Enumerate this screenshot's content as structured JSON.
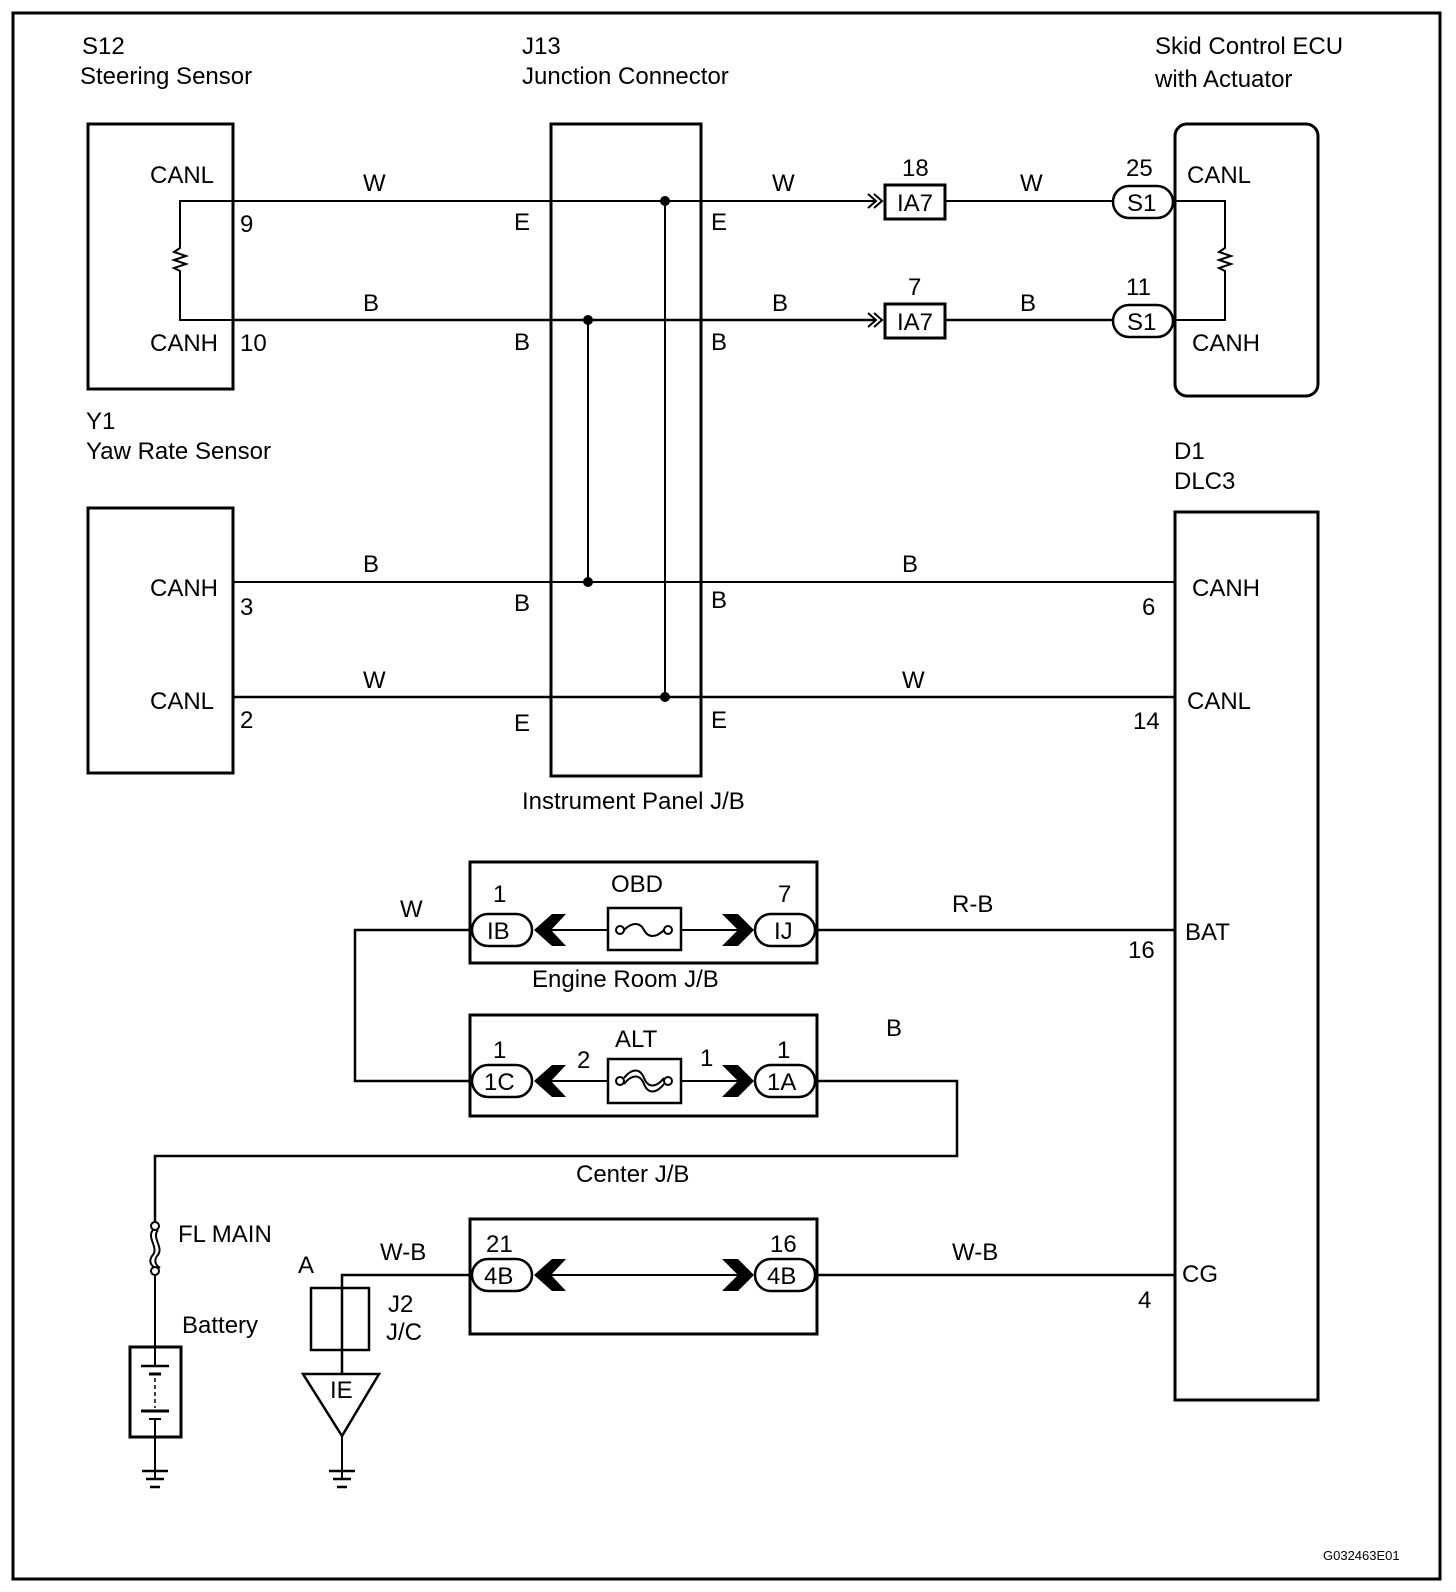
{
  "figure_id": "G032463E01",
  "components": {
    "steering_sensor": {
      "code": "S12",
      "name": "Steering Sensor",
      "pins": [
        {
          "signal": "CANL",
          "pin": "9"
        },
        {
          "signal": "CANH",
          "pin": "10"
        }
      ]
    },
    "junction_connector": {
      "code": "J13",
      "name": "Junction Connector"
    },
    "skid_ecu": {
      "line1": "Skid Control ECU",
      "line2": "with Actuator",
      "pins": [
        {
          "signal": "CANL",
          "pin": "25",
          "connector": "S1"
        },
        {
          "signal": "CANH",
          "pin": "11",
          "connector": "S1"
        }
      ]
    },
    "yaw_sensor": {
      "code": "Y1",
      "name": "Yaw Rate Sensor",
      "pins": [
        {
          "signal": "CANH",
          "pin": "3"
        },
        {
          "signal": "CANL",
          "pin": "2"
        }
      ]
    },
    "dlc3": {
      "code": "D1",
      "name": "DLC3",
      "pins": [
        {
          "signal": "CANH",
          "pin": "6"
        },
        {
          "signal": "CANL",
          "pin": "14"
        },
        {
          "signal": "BAT",
          "pin": "16"
        },
        {
          "signal": "CG",
          "pin": "4"
        }
      ]
    },
    "instrument_panel_jb": {
      "name": "Instrument Panel J/B"
    },
    "engine_room_jb": {
      "name": "Engine Room J/B",
      "fuse": "OBD",
      "left": {
        "pin": "1",
        "connector": "IB"
      },
      "right": {
        "pin": "7",
        "connector": "IJ"
      }
    },
    "center_jb": {
      "name": "Center J/B",
      "fuse": "ALT",
      "fuse_pin_left": "2",
      "fuse_pin_right": "1",
      "left": {
        "pin": "1",
        "connector": "1C"
      },
      "right": {
        "pin": "1",
        "connector": "1A"
      }
    },
    "ground_jb": {
      "left": {
        "pin": "21",
        "connector": "4B"
      },
      "right": {
        "pin": "16",
        "connector": "4B"
      }
    },
    "fl_main": {
      "name": "FL MAIN"
    },
    "battery": {
      "name": "Battery"
    },
    "jc": {
      "point": "A",
      "code": "J2",
      "name": "J/C",
      "ground": "IE"
    }
  },
  "junction_terminals": {
    "E": "E",
    "B": "B"
  },
  "inline_connectors": [
    {
      "pin": "18",
      "connector": "IA7"
    },
    {
      "pin": "7",
      "connector": "IA7"
    }
  ],
  "wire_colors": {
    "w": "W",
    "b": "B",
    "rb": "R-B",
    "wb": "W-B"
  }
}
